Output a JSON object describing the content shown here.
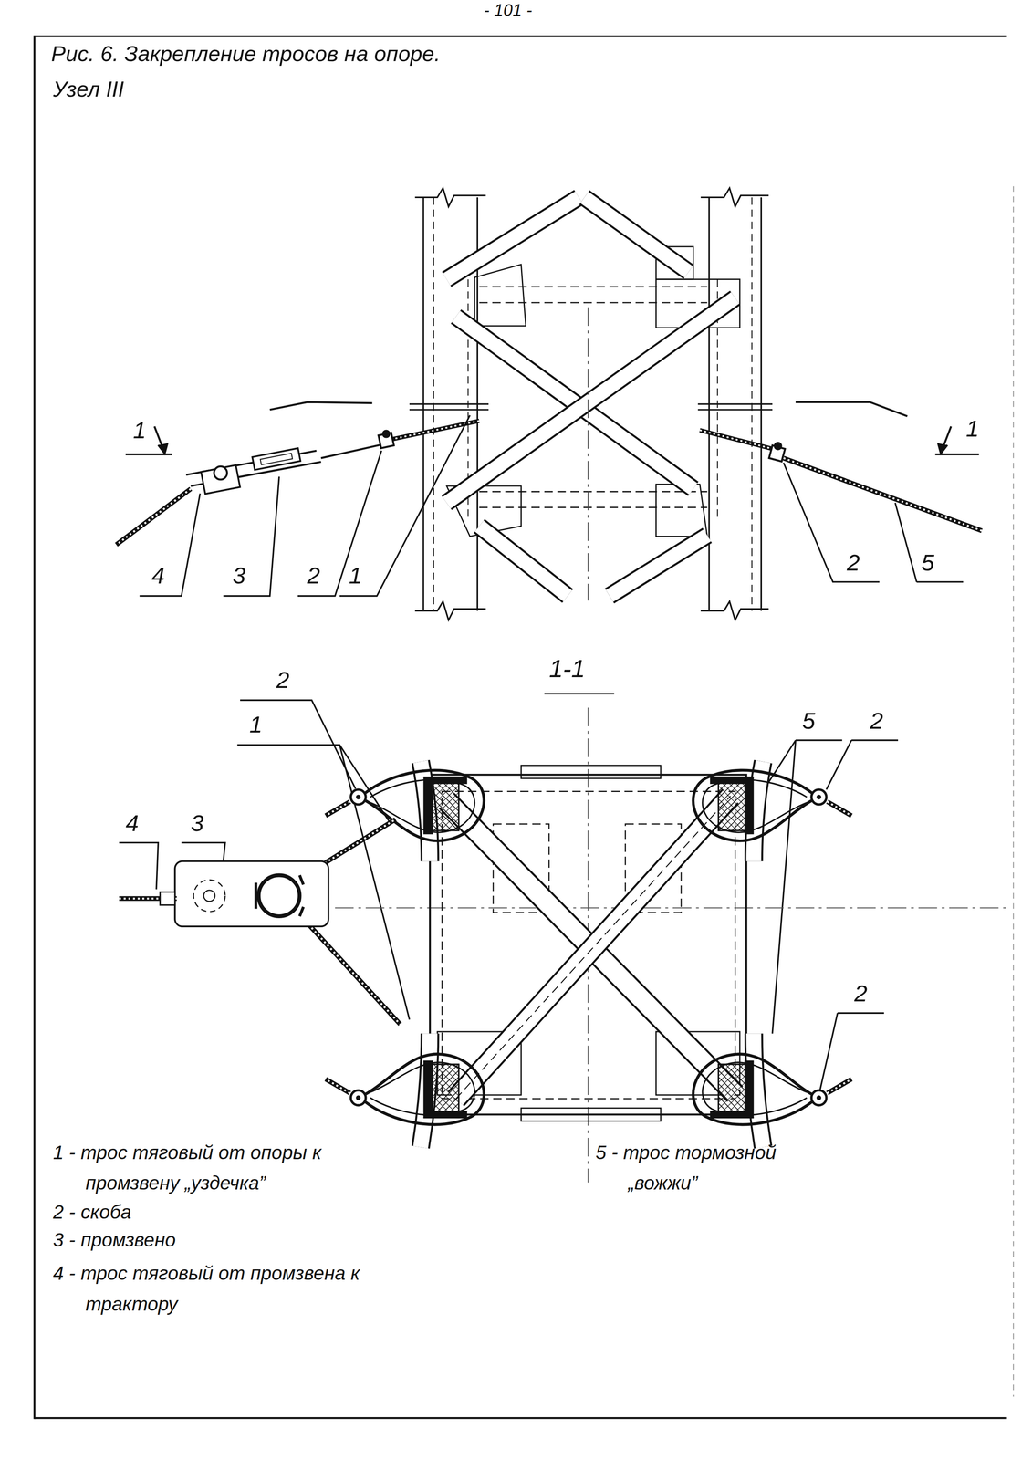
{
  "diagram": {
    "title": "Рис. 6. Закрепление тросов на опоре.",
    "labels": [
      "- 101 -",
      "Узел III",
      "1",
      "1",
      "4",
      "3",
      "2",
      "1",
      "2",
      "5",
      "1-1",
      "2",
      "1",
      "4",
      "3",
      "5",
      "2",
      "2",
      "1 - трос тяговый от опоры к промзвену „уздечка”",
      "2 - скоба",
      "3 - промзвено",
      "4 - трос тяговый от промзвена к трактору",
      "5 - трос тормозной „вожжи”"
    ]
  }
}
